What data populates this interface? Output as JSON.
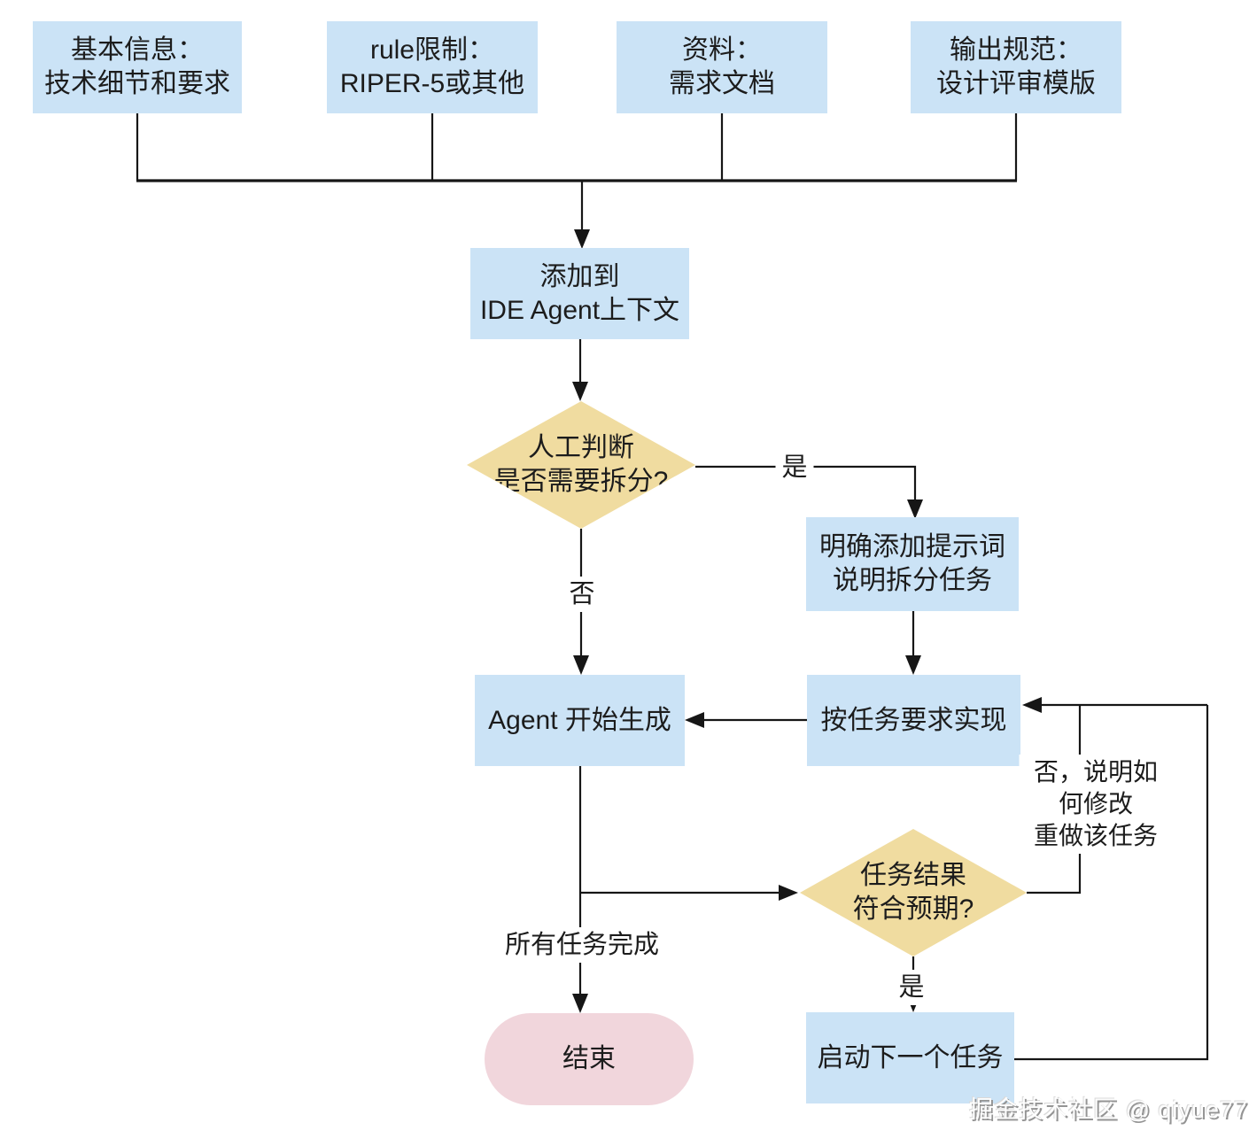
{
  "colors": {
    "background": "#ffffff",
    "process_fill": "#cbe3f6",
    "decision_fill": "#f0dca0",
    "terminal_fill": "#f1d6dc",
    "line": "#161616",
    "text": "#1c1c1c",
    "watermark_text": "#fdfdfd",
    "watermark_shadow": "#949494"
  },
  "nodes": {
    "basic_info": "基本信息：\n技术细节和要求",
    "rule_limit": "rule限制：\nRIPER-5或其他",
    "docs": "资料：\n需求文档",
    "output_spec": "输出规范：\n设计评审模版",
    "add_context": "添加到\nIDE Agent上下文",
    "judge_split": "人工判断\n是否需要拆分?",
    "add_prompt": "明确添加提示词\n说明拆分任务",
    "implement": "按任务要求实现",
    "agent_generate": "Agent 开始生成",
    "check_result": "任务结果\n符合预期?",
    "next_task": "启动下一个任务",
    "end": "结束"
  },
  "edge_labels": {
    "split_yes": "是",
    "split_no": "否",
    "all_tasks_done": "所有任务完成",
    "result_no": "否，说明如何修改\n重做该任务",
    "result_yes": "是"
  },
  "watermark": "掘金技术社区 @ qiyue77"
}
